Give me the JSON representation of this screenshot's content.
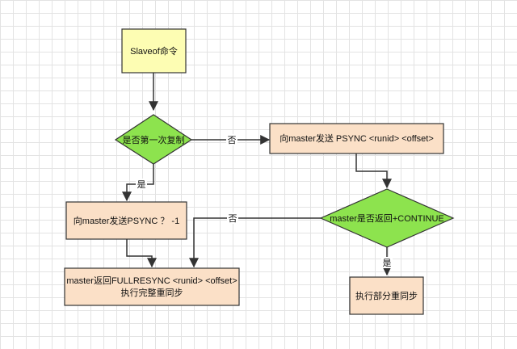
{
  "nodes": {
    "slaveof": "Slaveof命令",
    "first_copy": "是否第一次复制",
    "send_psync_runid": "向master发送 PSYNC <runid> <offset>",
    "send_psync_initial": "向master发送PSYNC ？ -1",
    "continue_check": "master是否返回+CONTINUE",
    "fullresync_line1": "master返回FULLRESYNC <runid> <offset>",
    "fullresync_line2": "执行完整重同步",
    "partial_sync": "执行部分重同步"
  },
  "edge_labels": {
    "first_copy_no": "否",
    "first_copy_yes": "是",
    "continue_no": "否",
    "continue_yes": "是"
  },
  "colors": {
    "process_fill": "#fbe0c7",
    "start_fill": "#fdfdb3",
    "decision_fill": "#8de34e",
    "grid": "#e3e3e3"
  }
}
